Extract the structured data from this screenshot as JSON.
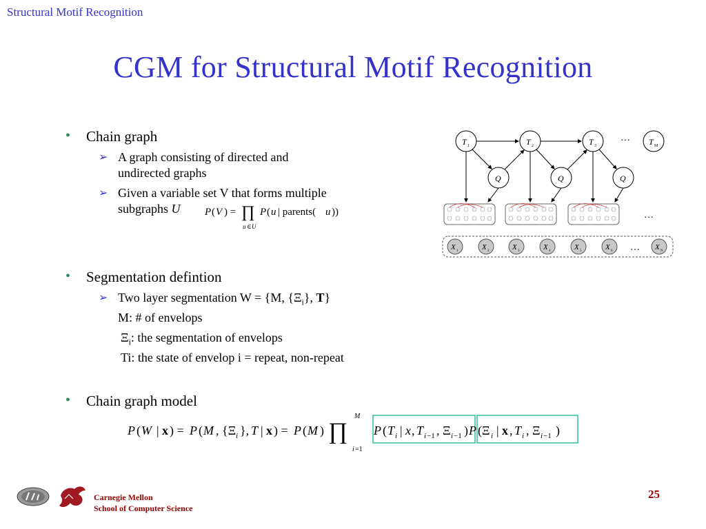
{
  "header": {
    "tag": "Structural Motif Recognition"
  },
  "title": "CGM for Structural Motif Recognition",
  "bullets": [
    {
      "label": "Chain graph",
      "subs": [
        {
          "line1": "A graph consisting of directed and",
          "line2": "undirected graphs"
        },
        {
          "line1": "Given a variable set V that forms multiple",
          "line2": "subgraphs",
          "var": "U"
        }
      ]
    },
    {
      "label": "Segmentation defintion",
      "subs": [
        {
          "line1": "Two layer segmentation W = {M, {Ξ",
          "sub": "i",
          "mid": "}, ",
          "bold": "T",
          "end": "}"
        }
      ],
      "extra": [
        "M: # of envelops",
        ": the segmentation of envelops",
        "Ti: the state of envelop i = repeat, non-repeat"
      ],
      "xi_symbol": "Ξ",
      "xi_sub": "i"
    },
    {
      "label": "Chain graph model"
    }
  ],
  "diagram": {
    "t_nodes": [
      "T",
      "T",
      "T",
      "T"
    ],
    "t_subs": [
      "1",
      "2",
      "3",
      "M"
    ],
    "q_label": "Q",
    "x_nodes": [
      "X",
      "X",
      "X",
      "X",
      "X",
      "X",
      "X"
    ],
    "x_subs": [
      "1",
      "2",
      "3",
      "4",
      "5",
      "6",
      "N"
    ],
    "ellipsis": "…"
  },
  "footer": {
    "line1": "Carnegie Mellon",
    "line2": "School of Computer Science",
    "page": "25"
  },
  "colors": {
    "title": "#3333cc",
    "bullet": "#2e8b57",
    "footer": "#990000",
    "highlight": "#2bbf9b"
  }
}
